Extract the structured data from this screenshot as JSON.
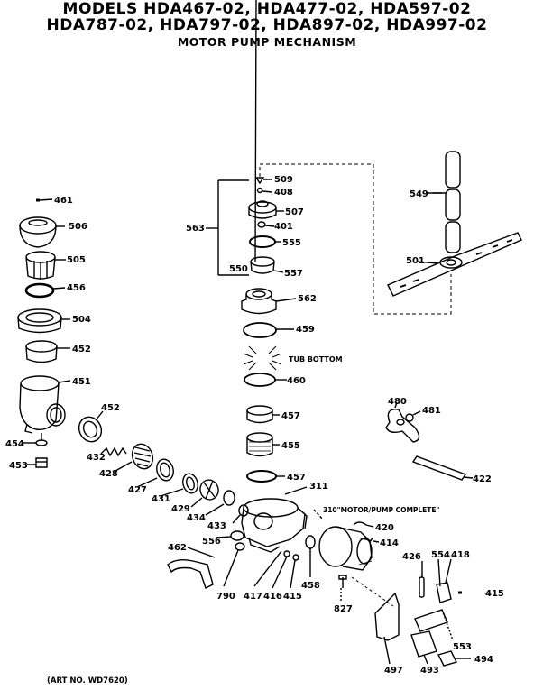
{
  "title_line1": "MODELS HDA467-02, HDA477-02, HDA597-02",
  "title_line2": "HDA787-02, HDA797-02, HDA897-02, HDA997-02",
  "title_line3": "MOTOR PUMP MECHANISM",
  "art_no": "(ART NO. WD7620)",
  "annotations": {
    "tub_bottom": "TUB BOTTOM",
    "motor_pump_complete": "310\"MOTOR/PUMP COMPLETE\""
  },
  "part_labels": {
    "p461": "461",
    "p506": "506",
    "p505": "505",
    "p456": "456",
    "p504": "504",
    "p452a": "452",
    "p451": "451",
    "p452b": "452",
    "p454": "454",
    "p453": "453",
    "p432": "432",
    "p428": "428",
    "p427": "427",
    "p431": "431",
    "p429": "429",
    "p434": "434",
    "p433": "433",
    "p556": "556",
    "p462": "462",
    "p790": "790",
    "p417": "417",
    "p416": "416",
    "p415a": "415",
    "p458": "458",
    "p827": "827",
    "p509": "509",
    "p408": "408",
    "p507": "507",
    "p401": "401",
    "p563": "563",
    "p555": "555",
    "p550": "550",
    "p557": "557",
    "p562": "562",
    "p459": "459",
    "p460": "460",
    "p457a": "457",
    "p455": "455",
    "p457b": "457",
    "p311": "311",
    "p420": "420",
    "p414": "414",
    "p549": "549",
    "p501": "501",
    "p480": "480",
    "p481": "481",
    "p422": "422",
    "p426": "426",
    "p554": "554",
    "p418": "418",
    "p415b": "415",
    "p553": "553",
    "p494": "494",
    "p497": "497",
    "p493": "493"
  }
}
